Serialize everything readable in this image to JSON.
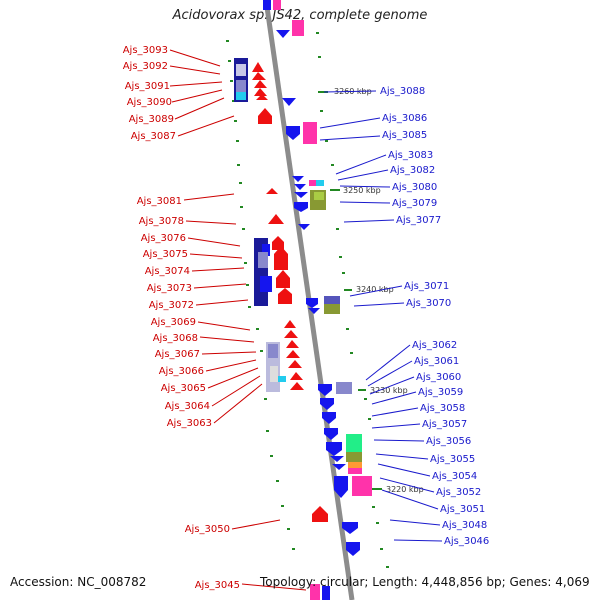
{
  "title": "Acidovorax sp. JS42, complete genome",
  "footer": {
    "accession": "Accession: NC_008782",
    "topology": "Topology: circular; Length: 4,448,856 bp; Genes: 4,069"
  },
  "scale_marks": [
    "3260 kbp",
    "3250 kbp",
    "3240 kbp",
    "3230 kbp",
    "3220 kbp"
  ],
  "left_labels": [
    "Ajs_3093",
    "Ajs_3092",
    "Ajs_3091",
    "Ajs_3090",
    "Ajs_3089",
    "Ajs_3087",
    "Ajs_3081",
    "Ajs_3078",
    "Ajs_3076",
    "Ajs_3075",
    "Ajs_3074",
    "Ajs_3073",
    "Ajs_3072",
    "Ajs_3069",
    "Ajs_3068",
    "Ajs_3067",
    "Ajs_3066",
    "Ajs_3065",
    "Ajs_3064",
    "Ajs_3063",
    "Ajs_3050",
    "Ajs_3045"
  ],
  "right_labels": [
    "Ajs_3088",
    "Ajs_3086",
    "Ajs_3085",
    "Ajs_3083",
    "Ajs_3082",
    "Ajs_3080",
    "Ajs_3079",
    "Ajs_3077",
    "Ajs_3071",
    "Ajs_3070",
    "Ajs_3062",
    "Ajs_3061",
    "Ajs_3060",
    "Ajs_3059",
    "Ajs_3058",
    "Ajs_3057",
    "Ajs_3056",
    "Ajs_3055",
    "Ajs_3054",
    "Ajs_3052",
    "Ajs_3051",
    "Ajs_3048",
    "Ajs_3046"
  ],
  "colors": {
    "axis": "#8c8c8c",
    "left_label": "#cc0000",
    "right_label": "#1a1acc",
    "forward_gene": "#ee1111",
    "reverse_gene": "#1515ee",
    "tick": "#228822"
  }
}
